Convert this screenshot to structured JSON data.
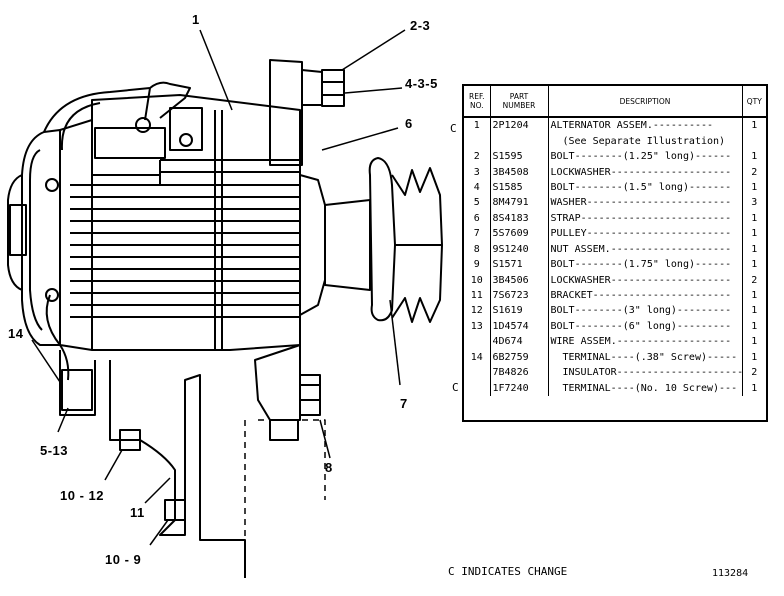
{
  "callouts": {
    "c1": "1",
    "c2_3": "2-3",
    "c4_3_5": "4-3-5",
    "c6": "6",
    "c7": "7",
    "c8": "8",
    "c14": "14",
    "c5_13": "5-13",
    "c10_12": "10 - 12",
    "c11": "11",
    "c10_9": "10 - 9"
  },
  "table": {
    "headers": {
      "ref": "REF.\nNO.",
      "part": "PART\nNUMBER",
      "desc": "DESCRIPTION",
      "qty": "QTY"
    },
    "rows": [
      {
        "ref": "1",
        "part": "2P1204",
        "desc": "ALTERNATOR ASSEM.----------",
        "qty": "1"
      },
      {
        "ref": "",
        "part": "",
        "desc": "(See Separate Illustration)",
        "qty": ""
      },
      {
        "ref": "2",
        "part": "S1595",
        "desc": "BOLT--------(1.25\" long)------",
        "qty": "1"
      },
      {
        "ref": "3",
        "part": "3B4508",
        "desc": "LOCKWASHER--------------------",
        "qty": "2"
      },
      {
        "ref": "4",
        "part": "S1585",
        "desc": "BOLT--------(1.5\" long)-------",
        "qty": "1"
      },
      {
        "ref": "5",
        "part": "8M4791",
        "desc": "WASHER------------------------",
        "qty": "3"
      },
      {
        "ref": "6",
        "part": "8S4183",
        "desc": "STRAP-------------------------",
        "qty": "1"
      },
      {
        "ref": "7",
        "part": "5S7609",
        "desc": "PULLEY------------------------",
        "qty": "1"
      },
      {
        "ref": "8",
        "part": "9S1240",
        "desc": "NUT ASSEM.--------------------",
        "qty": "1"
      },
      {
        "ref": "9",
        "part": "S1571",
        "desc": "BOLT--------(1.75\" long)------",
        "qty": "1"
      },
      {
        "ref": "10",
        "part": "3B4506",
        "desc": "LOCKWASHER--------------------",
        "qty": "2"
      },
      {
        "ref": "11",
        "part": "7S6723",
        "desc": "BRACKET-----------------------",
        "qty": "1"
      },
      {
        "ref": "12",
        "part": "S1619",
        "desc": "BOLT--------(3\" long)---------",
        "qty": "1"
      },
      {
        "ref": "13",
        "part": "1D4574",
        "desc": "BOLT--------(6\" long)---------",
        "qty": "1"
      },
      {
        "ref": "",
        "part": "4D674",
        "desc": "WIRE ASSEM.-------------------",
        "qty": "1"
      },
      {
        "ref": "14",
        "part": "6B2759",
        "desc": "TERMINAL----(.38\" Screw)-----",
        "qty": "1"
      },
      {
        "ref": "",
        "part": "7B4826",
        "desc": "INSULATOR---------------------",
        "qty": "2"
      },
      {
        "ref": "",
        "part": "1F7240",
        "desc": "TERMINAL----(No. 10 Screw)---",
        "qty": "1"
      }
    ],
    "change_marks": [
      "C",
      "C"
    ]
  },
  "footer": {
    "change_note": "C INDICATES CHANGE",
    "drawing_number": "113284"
  }
}
